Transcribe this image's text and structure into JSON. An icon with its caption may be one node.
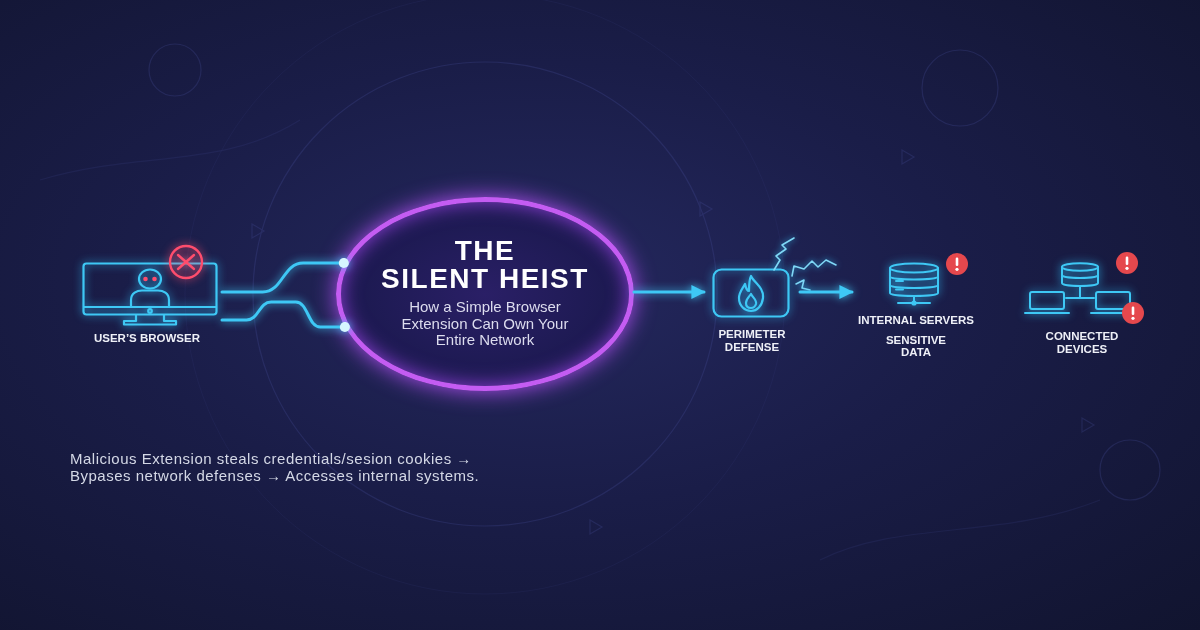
{
  "diagram": {
    "nodes": [
      {
        "text": [
          "USER’S BROWSER"
        ]
      },
      {
        "text": [
          "THE SILENT HEIST",
          "How a Simple Browser Extension Can Own Your Entire Network"
        ]
      },
      {
        "text": [
          "PERIMETER DEFENSE"
        ]
      },
      {
        "text": [
          "INTERNAL SERVERS",
          "SENSITIVE DATA"
        ]
      },
      {
        "text": [
          "CONNECTED DEVICES"
        ]
      }
    ],
    "edges": [
      {
        "from": 0,
        "to": 1,
        "arrow": "other"
      },
      {
        "from": 0,
        "to": 1,
        "arrow": "other"
      },
      {
        "from": 1,
        "to": 2,
        "arrow": "to"
      },
      {
        "from": 2,
        "to": 3,
        "arrow": "to"
      }
    ],
    "labels": [
      "Malicious Extension steals credentials/sesion cookies → Bypases network defenses → Accesses internal systems."
    ]
  }
}
